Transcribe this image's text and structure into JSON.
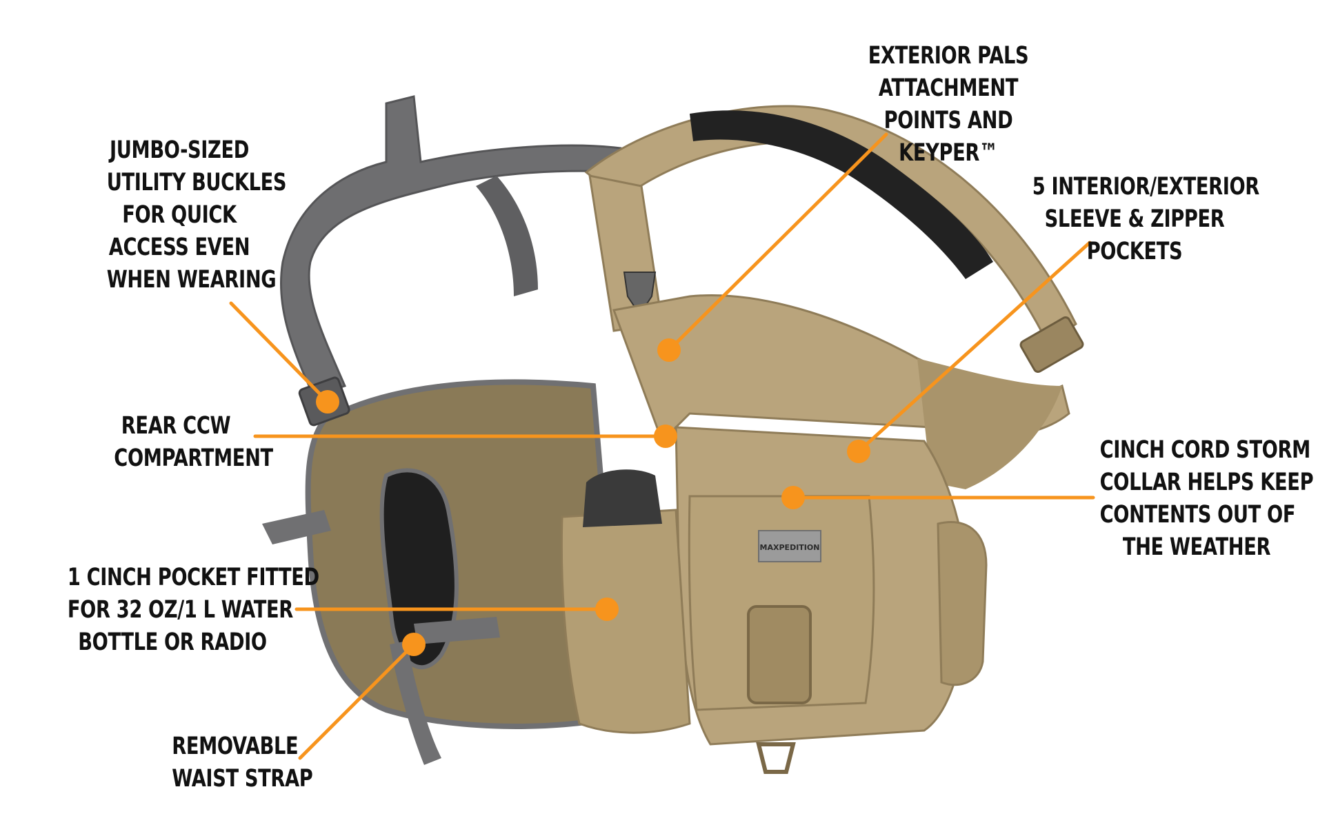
{
  "colors": {
    "callout": "#f7941d",
    "text": "#111111",
    "khaki": "#b9a47c",
    "khaki_dark": "#8f7c58",
    "gray_strap": "#6e6e70",
    "olive_back": "#8a7a57",
    "black_pad": "#1f1f1f"
  },
  "product_logo": "MAXPEDITION",
  "callouts": [
    {
      "id": "buckles",
      "lines": [
        "JUMBO-SIZED",
        "UTILITY BUCKLES",
        "FOR QUICK",
        "ACCESS EVEN",
        "WHEN WEARING"
      ]
    },
    {
      "id": "pals",
      "lines": [
        "EXTERIOR PALS",
        "ATTACHMENT",
        "POINTS AND",
        "KEYPER™"
      ]
    },
    {
      "id": "pockets",
      "lines": [
        "5 INTERIOR/EXTERIOR",
        "SLEEVE & ZIPPER",
        "POCKETS"
      ]
    },
    {
      "id": "ccw",
      "lines": [
        "REAR CCW",
        "COMPARTMENT"
      ]
    },
    {
      "id": "cinch-collar",
      "lines": [
        "CINCH CORD STORM",
        "COLLAR HELPS KEEP",
        "CONTENTS OUT OF",
        "THE WEATHER"
      ]
    },
    {
      "id": "water-pocket",
      "lines": [
        "1 CINCH POCKET FITTED",
        "FOR 32 OZ/1 L WATER",
        "BOTTLE OR RADIO"
      ]
    },
    {
      "id": "waist-strap",
      "lines": [
        "REMOVABLE",
        "WAIST STRAP"
      ]
    }
  ]
}
